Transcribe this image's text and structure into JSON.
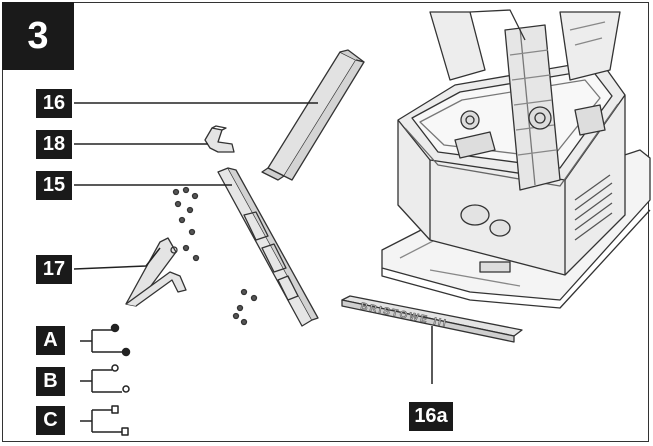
{
  "step_number": "3",
  "labels": {
    "part_16": "16",
    "part_18": "18",
    "part_15": "15",
    "part_17": "17",
    "part_16a": "16a",
    "screw_a": "A",
    "screw_b": "B",
    "screw_c": "C"
  },
  "decal_text": "BRISTOWE III"
}
